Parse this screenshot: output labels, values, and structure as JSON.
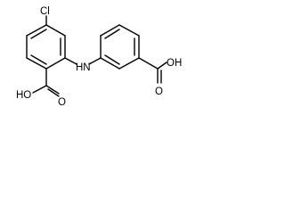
{
  "molecule": {
    "labels": {
      "chloro": "Cl",
      "amine": "H​N",
      "amine_text": "HN",
      "acid_left": "HO",
      "acid_left_o": "O",
      "acid_right_o": "O",
      "acid_right": "OH"
    }
  }
}
